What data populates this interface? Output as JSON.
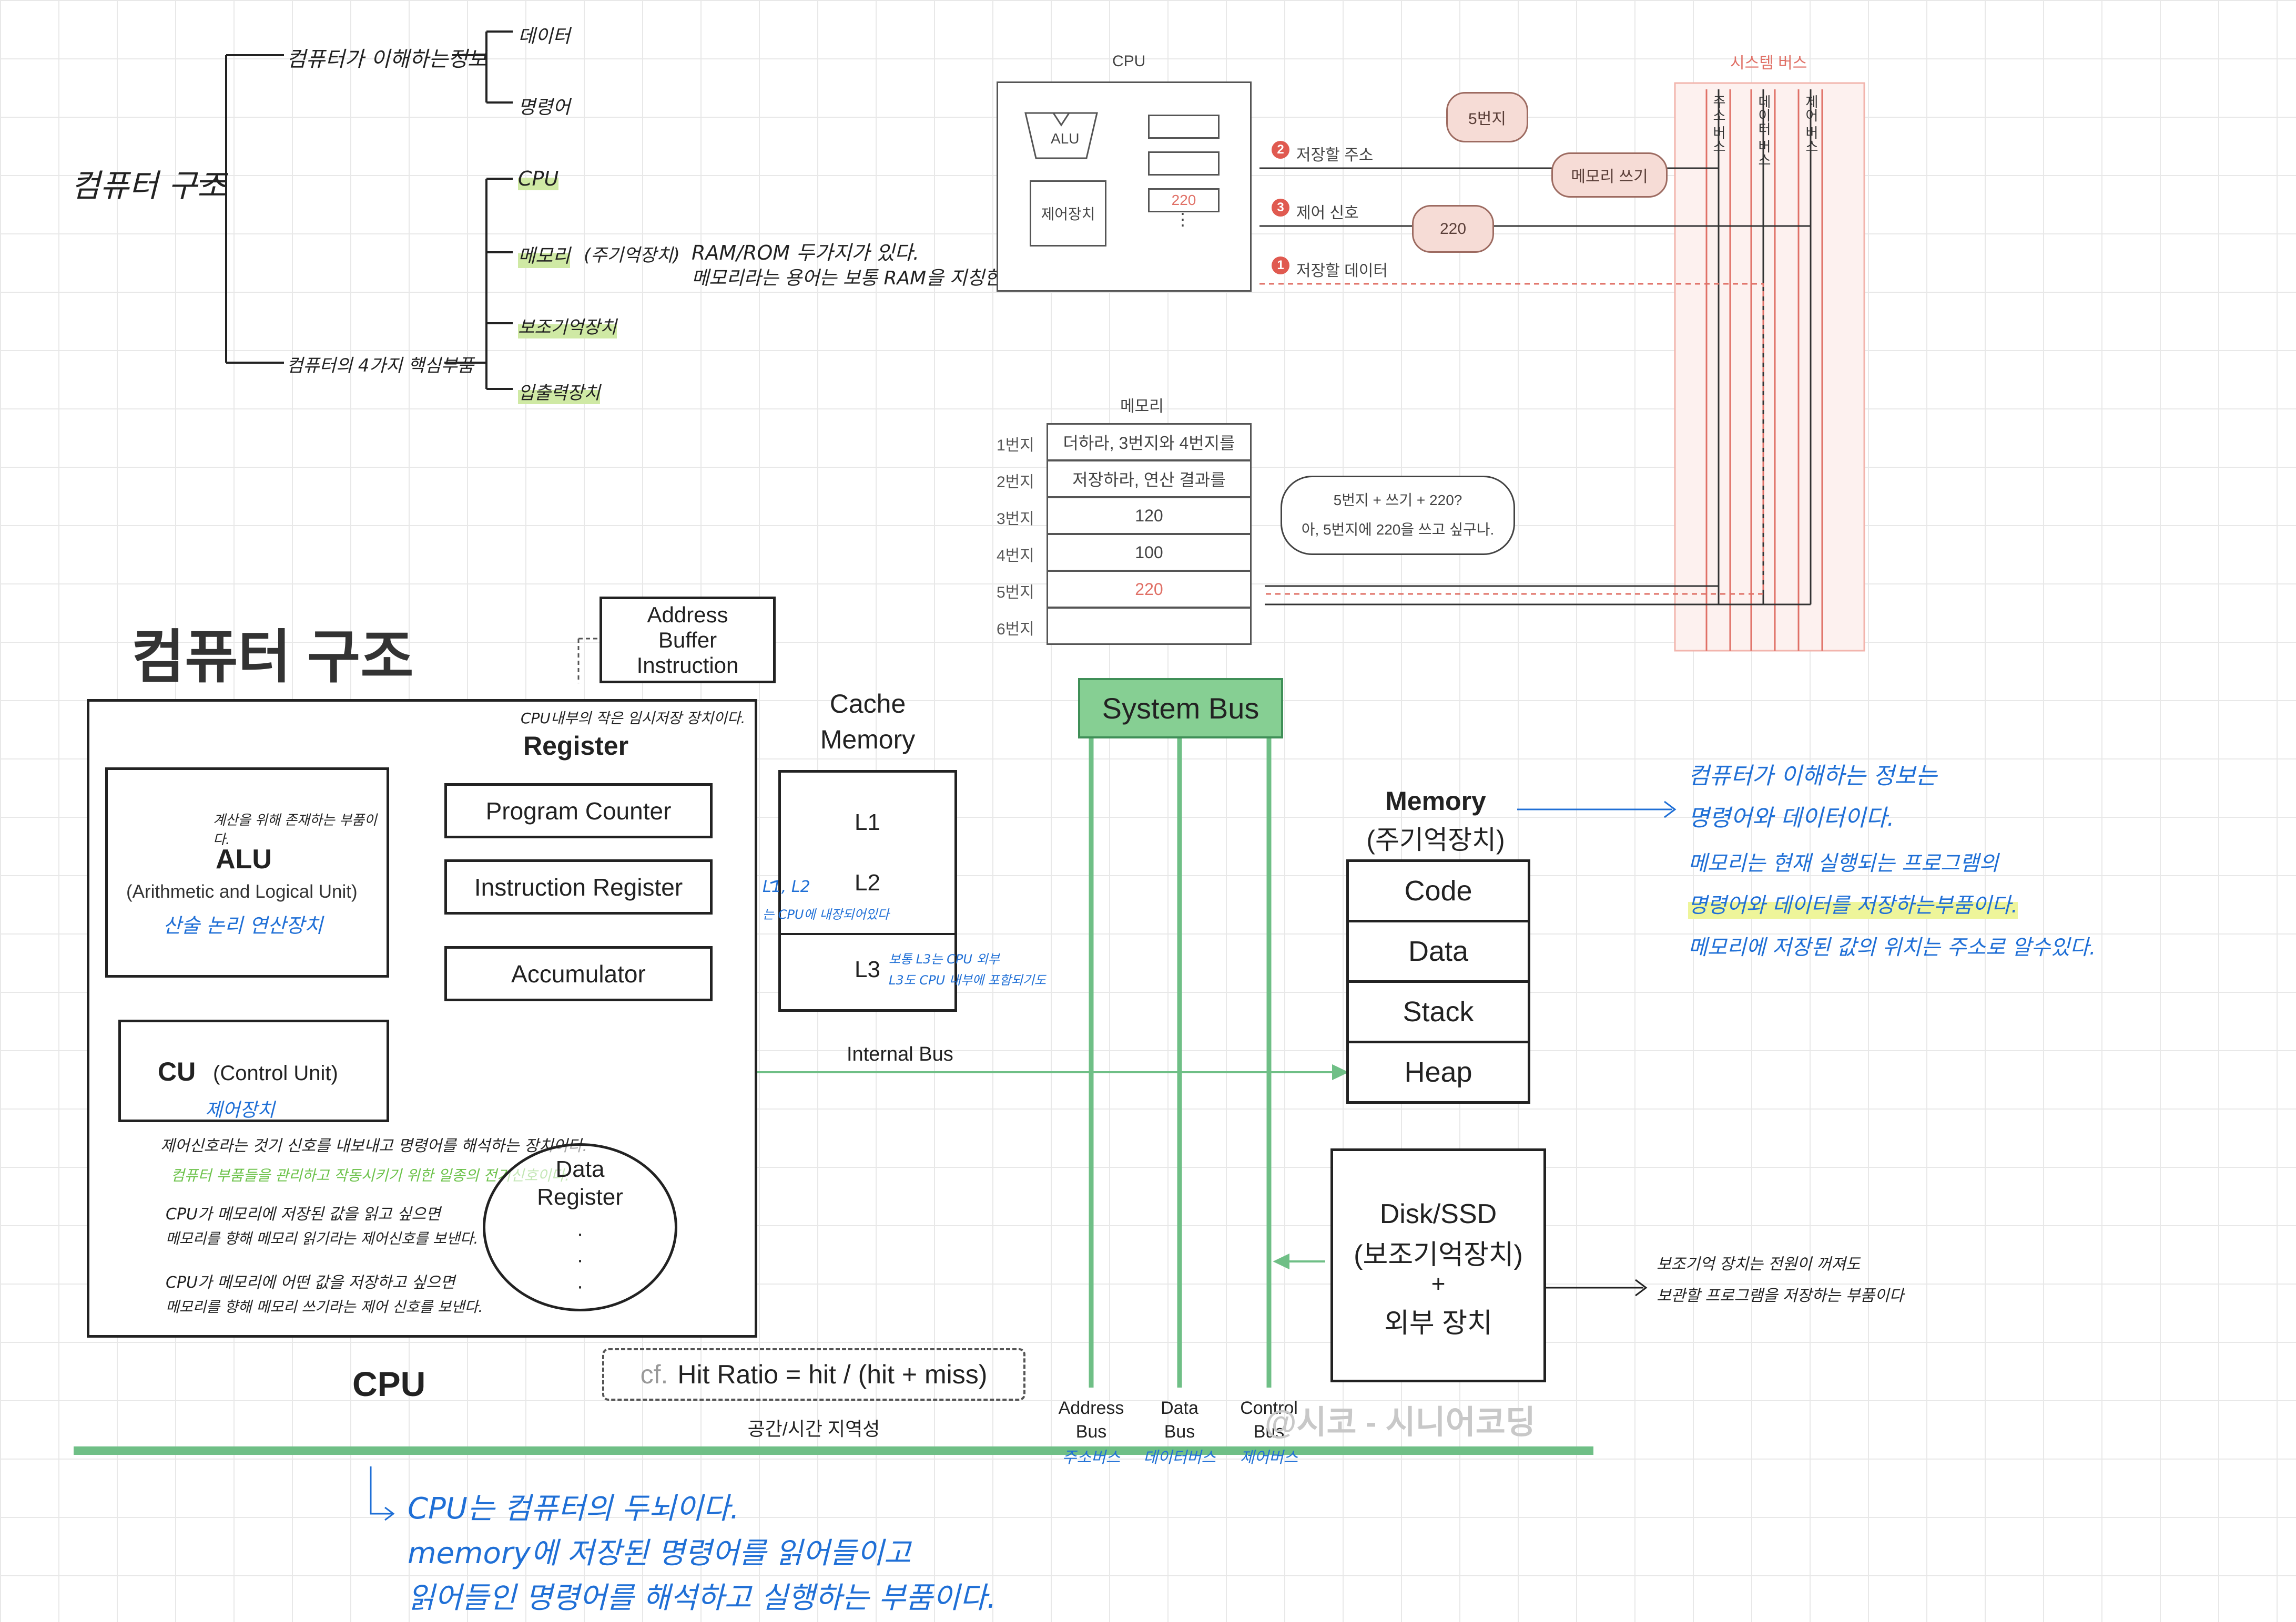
{
  "mindmap": {
    "root": "컴퓨터 구조",
    "branch_1": "컴퓨터가 이해하는정보",
    "branch_1_children": [
      "데이터",
      "명령어"
    ],
    "branch_2": "컴퓨터의 4가지 핵심부품",
    "branch_2_children": [
      "CPU",
      "메모리",
      "보조기억장치",
      "입출력장치"
    ],
    "memory_note_1": "(주기억장치)",
    "memory_note_2": "RAM/ROM 두가지가 있다.",
    "memory_note_3": "메모리라는 용어는 보통 RAM을 지칭한다."
  },
  "bus_figure": {
    "cpu_title": "CPU",
    "alu": "ALU",
    "control_unit": "제어장치",
    "register_value": "220",
    "dots": "⋮",
    "line_2": "저장할 주소",
    "line_3": "제어 신호",
    "line_1": "저장할 데이터",
    "line_2_num": "2",
    "line_3_num": "3",
    "line_1_num": "1",
    "bubble_address": "5번지",
    "bubble_write": "메모리 쓰기",
    "bubble_data": "220",
    "system_bus_title": "시스템 버스",
    "bus_labels": [
      "주소 버스",
      "데이터 버스",
      "제어 버스"
    ],
    "memory_title": "메모리",
    "memory_rows": [
      {
        "addr": "1번지",
        "value": "더하라, 3번지와 4번지를"
      },
      {
        "addr": "2번지",
        "value": "저장하라, 연산 결과를"
      },
      {
        "addr": "3번지",
        "value": "120"
      },
      {
        "addr": "4번지",
        "value": "100"
      },
      {
        "addr": "5번지",
        "value": "220"
      },
      {
        "addr": "6번지",
        "value": ""
      }
    ],
    "speech_line_1": "5번지 + 쓰기 + 220?",
    "speech_line_2": "아, 5번지에 220을 쓰고 싶구나."
  },
  "main": {
    "title": "컴퓨터 구조",
    "address_buffer": [
      "Address",
      "Buffer",
      "Instruction"
    ],
    "register_note": "CPU내부의 작은 임시저장 장치이다.",
    "register_title": "Register",
    "alu_note": "계산을 위해 존재하는 부품이다.",
    "alu_title": "ALU",
    "alu_sub": "(Arithmetic and Logical Unit)",
    "alu_korean": "산술 논리 연산장치",
    "registers": [
      "Program Counter",
      "Instruction Register",
      "Accumulator"
    ],
    "cu_title": "CU",
    "cu_sub": "(Control Unit)",
    "cu_korean": "제어장치",
    "cu_note_1": "제어신호라는 것기 신호를 내보내고 명령어를 해석하는 장치이다.",
    "cu_note_2": "컴퓨터 부품들을 관리하고 작동시키기 위한 일종의 전기신호이다.",
    "cu_note_3": "CPU가 메모리에 저장된 값을 읽고 싶으면",
    "cu_note_4": "메모리를 향해 메모리 읽기라는 제어신호를 보낸다.",
    "cu_note_5": "CPU가 메모리에 어떤 값을 저장하고 싶으면",
    "cu_note_6": "메모리를 향해 메모리 쓰기라는 제어 신호를 보낸다.",
    "data_register": [
      "Data",
      "Register"
    ],
    "data_register_dots": "·",
    "cpu_label": "CPU",
    "cache_title": [
      "Cache",
      "Memory"
    ],
    "cache_levels": [
      "L1",
      "L2",
      "L3"
    ],
    "cache_note_1": "L1, L2",
    "cache_note_2": "는 CPU에 내장되어있다",
    "cache_note_3": "보통 L3는 CPU 외부",
    "cache_note_4": "L3도 CPU 내부에 포함되기도",
    "hit_ratio_cf": "cf.",
    "hit_ratio": "Hit Ratio  = hit / (hit + miss)",
    "locality": "공간/시간 지역성",
    "system_bus": "System Bus",
    "internal_bus": "Internal Bus",
    "bus_names": [
      {
        "en1": "Address",
        "en2": "Bus",
        "ko": "주소버스"
      },
      {
        "en1": "Data",
        "en2": "Bus",
        "ko": "데이터버스"
      },
      {
        "en1": "Control",
        "en2": "Bus",
        "ko": "제어버스"
      }
    ],
    "watermark": "@시코 - 시니어코딩",
    "memory_title": "Memory",
    "memory_sub": "(주기억장치)",
    "memory_segments": [
      "Code",
      "Data",
      "Stack",
      "Heap"
    ],
    "memory_note_1": "컴퓨터가 이해하는 정보는",
    "memory_note_2": "명령어와 데이터이다.",
    "memory_note_3": "메모리는 현재 실행되는 프로그램의",
    "memory_note_4": "명령어와 데이터를 저장하는부품이다.",
    "memory_note_5": "메모리에 저장된 값의 위치는 주소로 알수있다.",
    "disk_1": "Disk/SSD",
    "disk_2": "(보조기억장치)",
    "disk_plus": "+",
    "disk_3": "외부 장치",
    "disk_note_1": "보조기억 장치는 전원이 꺼져도",
    "disk_note_2": "보관할 프로그램을 저장하는 부품이다",
    "cpu_note_1": "CPU는 컴퓨터의 두뇌이다.",
    "cpu_note_2": "memory에 저장된 명령어를 읽어들이고",
    "cpu_note_3": "읽어들인 명령어를 해석하고 실행하는 부품이다."
  },
  "colors": {
    "bus_green": "#6fbf86",
    "bus_header": "#86cf93",
    "note_blue": "#1f6fd6",
    "note_green": "#6cc24a",
    "system_bus_red": "#e07066"
  }
}
